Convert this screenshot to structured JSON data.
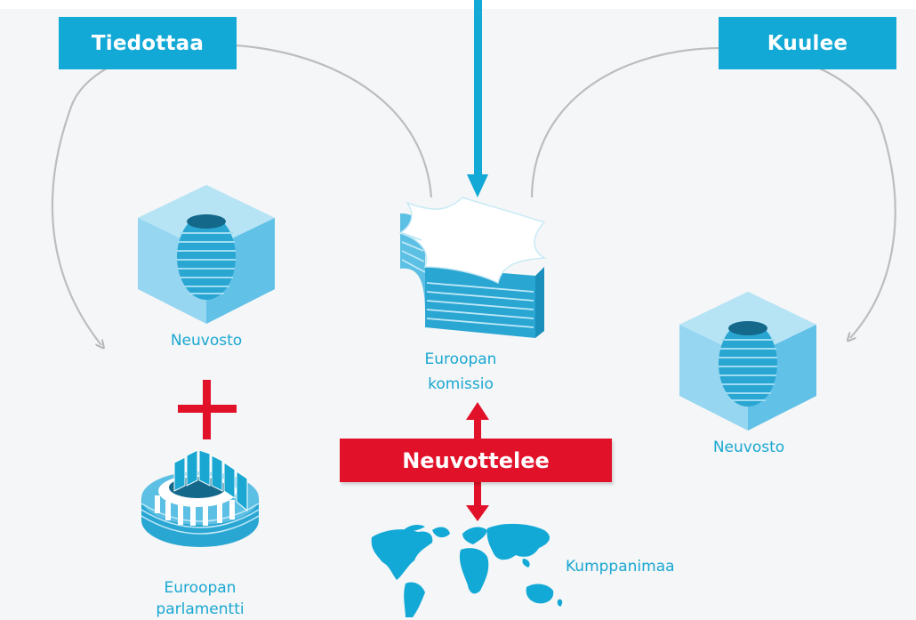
{
  "labels": {
    "informs": "Tiedottaa",
    "consults": "Kuulee",
    "negotiates": "Neuvottelee",
    "council_left": "Neuvosto",
    "council_right": "Neuvosto",
    "commission_line1": "Euroopan",
    "commission_line2": "komissio",
    "parliament_line1": "Euroopan",
    "parliament_line2": "parlamentti",
    "partner_country": "Kumppanimaa"
  },
  "colors": {
    "blue": "#12a9d6",
    "light_blue": "#7fd0ec",
    "red": "#e2112a",
    "arc_gray": "#bdbdbd",
    "background": "#f4f6f7"
  },
  "icons": [
    "council-building-icon",
    "commission-building-icon",
    "parliament-building-icon",
    "world-map-icon",
    "plus-icon"
  ]
}
